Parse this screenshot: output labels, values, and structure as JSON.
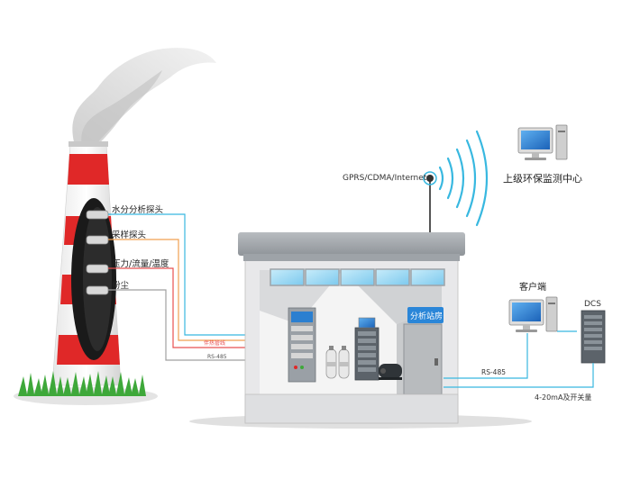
{
  "labels": {
    "probe_moisture": "水分分析探头",
    "probe_sampling": "采样探头",
    "probe_pressure": "压力/流量/温度",
    "probe_dust": "粉尘",
    "cable_heat": "伴热管线",
    "cable_rs485_left": "RS-485",
    "antenna": "GPRS/CDMA/Internet",
    "center": "上级环保监测中心",
    "station": "分析站房",
    "client": "客户端",
    "dcs": "DCS",
    "rs485_right": "RS-485",
    "signal": "4-20mA及开关量"
  },
  "colors": {
    "chimney_red": "#e02828",
    "cable_cyan": "#38b8e0",
    "cable_orange": "#f0a050",
    "cable_red": "#e85050",
    "cable_gray": "#a0a0a0",
    "screen_blue": "#2a7fd0"
  }
}
